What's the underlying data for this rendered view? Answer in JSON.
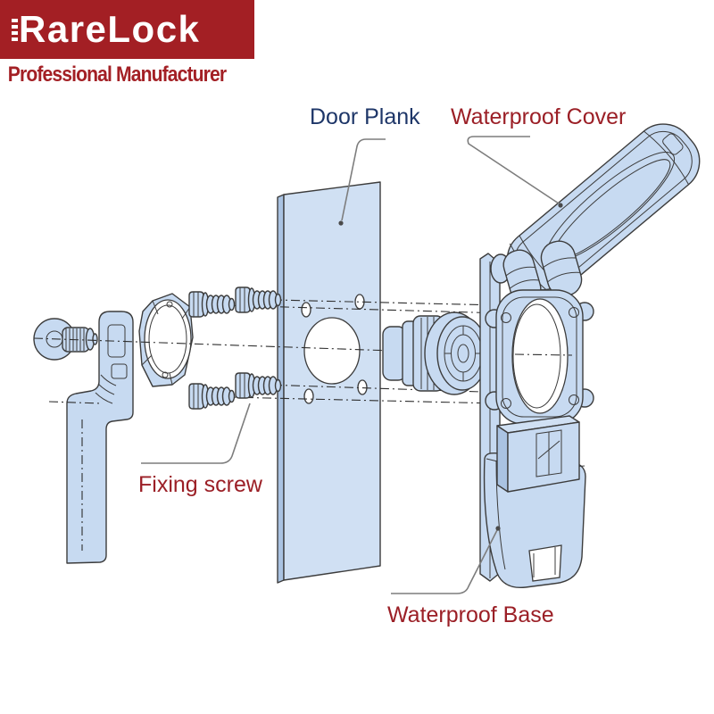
{
  "logo": {
    "brand": "RareLock",
    "tagline": "Professional Manufacturer"
  },
  "labels": {
    "door_plank": {
      "text": "Door Plank",
      "color": "#1e3668"
    },
    "waterproof_cover": {
      "text": "Waterproof Cover",
      "color": "#9b1f26"
    },
    "fixing_screw": {
      "text": "Fixing screw",
      "color": "#9b1f26"
    },
    "waterproof_base": {
      "text": "Waterproof Base",
      "color": "#9b1f26"
    }
  },
  "style": {
    "brand_bg": "#a31f24",
    "brand_text": "#ffffff",
    "tagline_color": "#a32025",
    "part_fill": "#c7daf1",
    "part_fill_light": "#d0e0f3",
    "part_shade": "#aac3e2",
    "hole_fill": "#ffffff",
    "outline": "#3c3c3c",
    "leader": "#7d7d7d",
    "centerline": "#2f2f2f"
  }
}
